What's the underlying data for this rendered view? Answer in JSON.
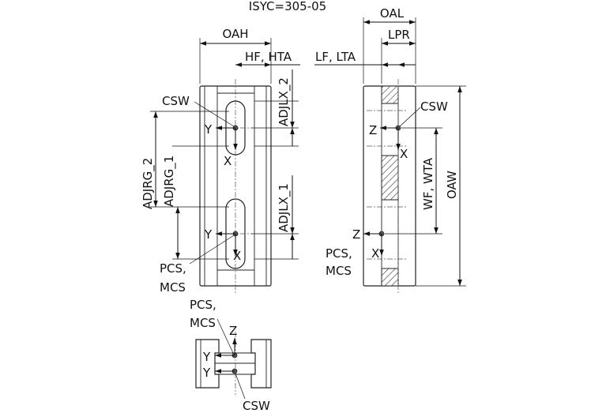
{
  "title": "ISYC=305-05",
  "front_view": {
    "dim_oah": "OAH",
    "dim_hf_hta": "HF, HTA",
    "dim_adjlx_2": "ADJLX_2",
    "dim_adjlx_1": "ADJLX_1",
    "dim_adjrg_2": "ADJRG_2",
    "dim_adjrg_1": "ADJRG_1",
    "csw": "CSW",
    "axis_y_top": "Y",
    "axis_x_top": "X",
    "axis_y_bottom": "Y",
    "axis_x_bottom": "X",
    "pcs_mcs_line1": "PCS,",
    "pcs_mcs_line2": "MCS"
  },
  "side_view": {
    "dim_oal": "OAL",
    "dim_lpr": "LPR",
    "dim_lf_lta": "LF, LTA",
    "dim_wf_wta": "WF, WTA",
    "dim_oaw": "OAW",
    "csw": "CSW",
    "axis_z_top": "Z",
    "axis_x_top": "X",
    "axis_z_bottom": "Z",
    "axis_x_bottom": "X",
    "pcs_line1": "PCS,",
    "pcs_line2": "MCS"
  },
  "end_view": {
    "pcs_line1": "PCS,",
    "pcs_line2": "MCS",
    "axis_z": "Z",
    "axis_y_top": "Y",
    "axis_y_bottom": "Y",
    "csw": "CSW"
  }
}
